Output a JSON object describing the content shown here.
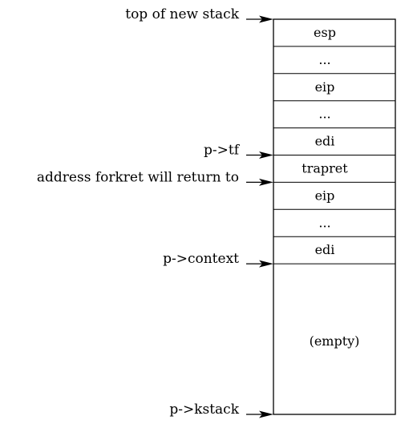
{
  "stack": {
    "cells": [
      {
        "label": "esp"
      },
      {
        "label": "..."
      },
      {
        "label": "eip"
      },
      {
        "label": "..."
      },
      {
        "label": "edi"
      },
      {
        "label": "trapret"
      },
      {
        "label": "eip"
      },
      {
        "label": "..."
      },
      {
        "label": "edi"
      }
    ],
    "empty_label": "(empty)"
  },
  "pointers": [
    {
      "id": "top",
      "label": "top of new stack",
      "boundary": 0
    },
    {
      "id": "tf",
      "label": "p->tf",
      "boundary": 5
    },
    {
      "id": "forkret",
      "label": "address forkret will return to",
      "boundary": 6
    },
    {
      "id": "context",
      "label": "p->context",
      "boundary": 9
    },
    {
      "id": "kstack",
      "label": "p->kstack",
      "boundary": 10
    }
  ]
}
